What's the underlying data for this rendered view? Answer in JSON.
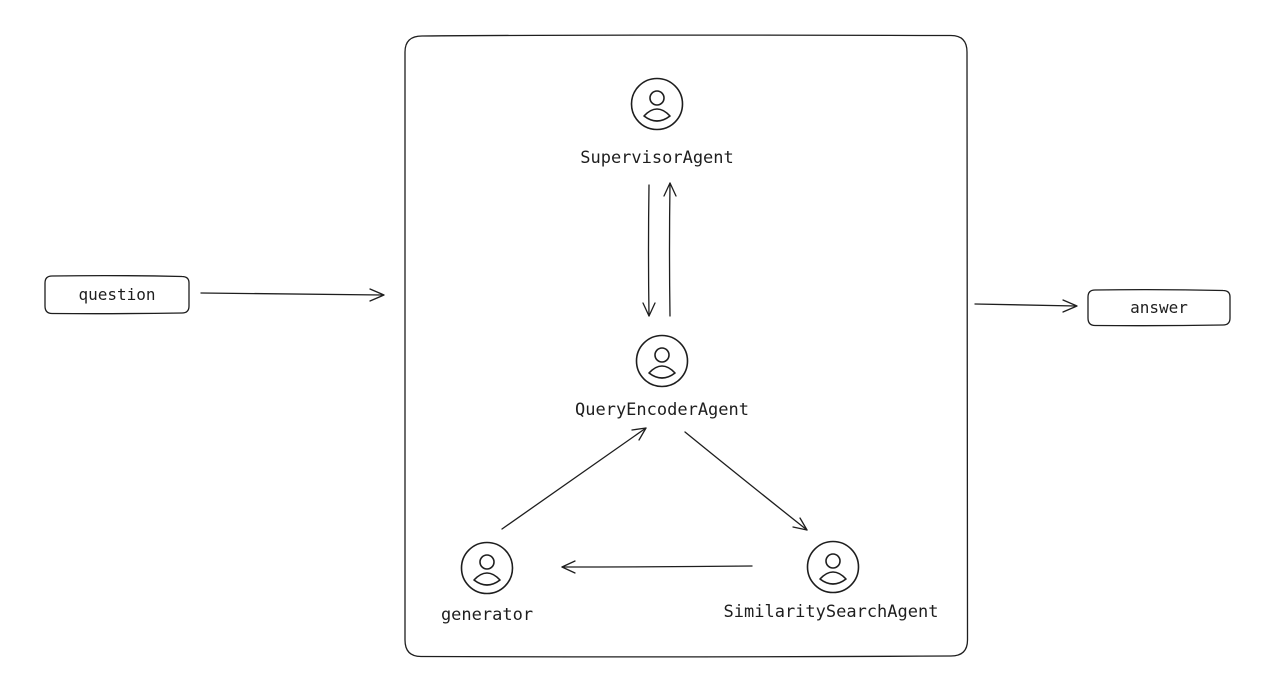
{
  "input": {
    "label": "question"
  },
  "output": {
    "label": "answer"
  },
  "agents": {
    "supervisor": {
      "label": "SupervisorAgent",
      "icon": "person-icon"
    },
    "query_encoder": {
      "label": "QueryEncoderAgent",
      "icon": "person-icon"
    },
    "generator": {
      "label": "generator",
      "icon": "person-icon"
    },
    "similarity_search": {
      "label": "SimilaritySearchAgent",
      "icon": "person-icon"
    }
  },
  "colors": {
    "stroke": "#1e1e1e",
    "background": "#ffffff"
  }
}
